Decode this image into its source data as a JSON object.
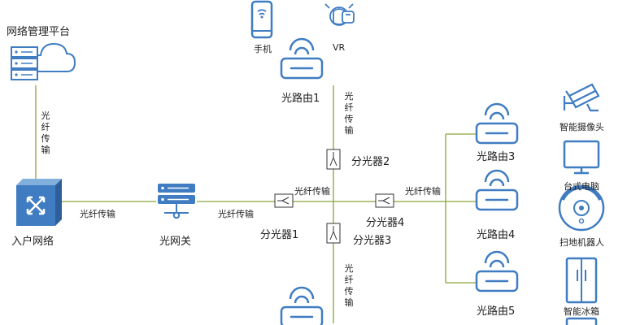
{
  "nodes": {
    "platform": "网络管理平台",
    "entry": "入户网络",
    "ont": "光网关",
    "splitter1": "分光器1",
    "splitter2": "分光器2",
    "splitter3": "分光器3",
    "splitter4": "分光器4",
    "router1": "光路由1",
    "router3": "光路由3",
    "router4": "光路由4",
    "router5": "光路由5"
  },
  "devices": {
    "phone": "手机",
    "vr": "VR",
    "camera": "智能摄像头",
    "pc": "台式电脑",
    "robot": "扫地机器人",
    "fridge": "智能冰箱"
  },
  "links": {
    "fiber": "光纤传输"
  },
  "vertical": [
    "光",
    "纤",
    "传",
    "输"
  ],
  "colors": {
    "icon_blue": "#3f7cc2",
    "line_green": "#8aa33a"
  }
}
